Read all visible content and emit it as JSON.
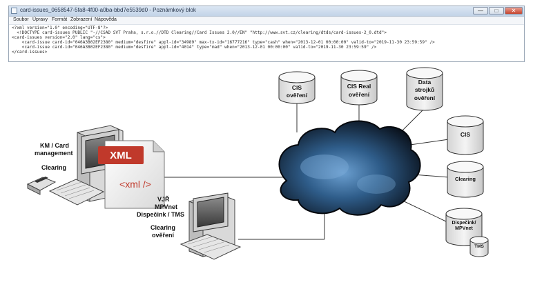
{
  "window": {
    "title": "card-issues_0658547-5fa8-4f00-a0ba-bbd7e5539d0 - Poznámkový blok",
    "minimize_glyph": "—",
    "maximize_glyph": "□",
    "close_glyph": "✕"
  },
  "menu": [
    {
      "label": "Soubor"
    },
    {
      "label": "Úpravy"
    },
    {
      "label": "Formát"
    },
    {
      "label": "Zobrazení"
    },
    {
      "label": "Nápověda"
    }
  ],
  "editor": {
    "lines": [
      "<?xml version=\"1.0\" encoding=\"UTF-8\"?>",
      "  <!DOCTYPE card-issues PUBLIC \"-//CSAD SVT Praha, s.r.o.//DTD Clearing//Card Issues 2.0//EN\" \"http://www.svt.cz/clearing/dtds/card-issues-2_0.dtd\">",
      "<card-issues version=\"2.0\" lang=\"cs\">",
      "    <card-issue card-id=\"046A3B02EF2380\" medium=\"desfire\" appl-id=\"34989\" max-tx-id=\"16777216\" type=\"cash\" when=\"2013-12-01 00:00:00\" valid-to=\"2019-11-30 23:59:59\" />",
      "    <card-issue card-id=\"046A3B02EF2380\" medium=\"desfire\" appl-id=\"4014\" type=\"mad\" when=\"2013-12-01 00:00:00\" valid-to=\"2019-11-30 23:59:59\" />",
      "</card-issues>"
    ]
  },
  "diagram": {
    "left_station": {
      "line1": "KM / Card",
      "line2": "management",
      "clearing": "Clearing"
    },
    "xml_doc": {
      "badge": "XML",
      "tag": "<xml />"
    },
    "center_station": {
      "vjr": "VJŘ",
      "mpvnet": "MPVnet",
      "dispecink": "Dispečink / TMS",
      "clearing1": "Clearing",
      "clearing2": "ověření"
    },
    "databases": {
      "cis_overeni": {
        "l1": "CIS",
        "l2": "ověření"
      },
      "cis_real": {
        "l1": "CIS Real",
        "l2": "ověření"
      },
      "data_strojku": {
        "l1": "Data",
        "l2": "strojků",
        "l3": "ověření"
      },
      "cis": {
        "l1": "CIS"
      },
      "clearing": {
        "l1": "Clearing"
      },
      "dispecink_mpvnet": {
        "l1": "Dispečink/",
        "l2": "MPVnet"
      },
      "tms": {
        "l1": "TMS"
      }
    },
    "colors": {
      "xml_badge": "#c0392b",
      "xml_tag": "#c0392b",
      "cloud_dark": "#0b1420",
      "cloud_light": "#5a8fc2",
      "db_fill": "#e6e6e6"
    }
  }
}
